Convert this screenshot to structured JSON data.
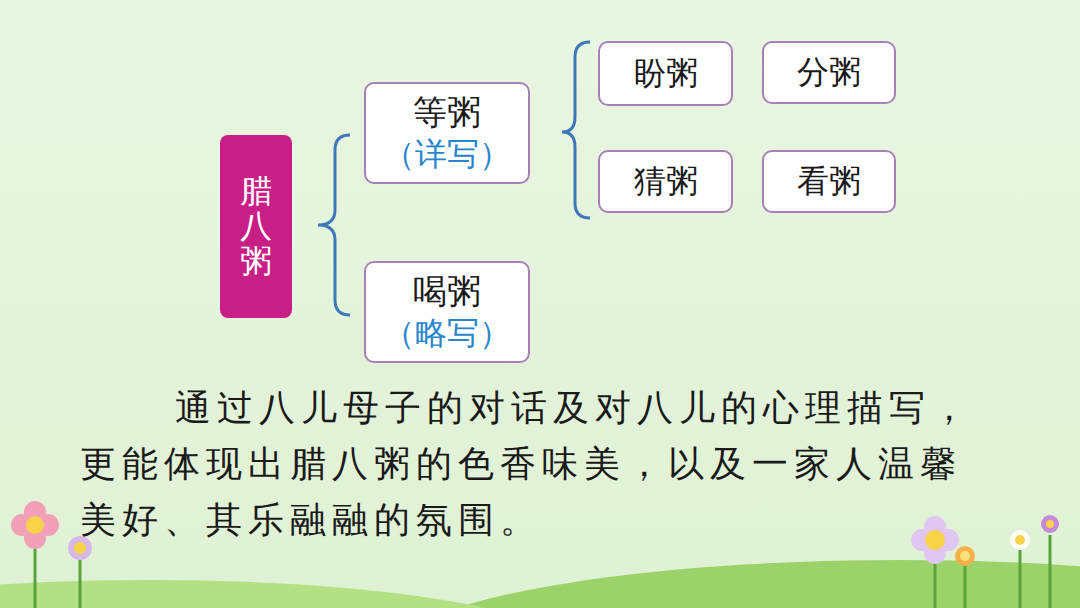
{
  "diagram": {
    "nodes": [
      {
        "text": [
          "腊八粥"
        ]
      },
      {
        "text": [
          "等粥",
          "（详写）"
        ]
      },
      {
        "text": [
          "盼粥"
        ]
      },
      {
        "text": [
          "分粥"
        ]
      },
      {
        "text": [
          "猜粥"
        ]
      },
      {
        "text": [
          "看粥"
        ]
      },
      {
        "text": [
          "喝粥",
          "（略写）"
        ]
      }
    ],
    "labels": [
      "通过八儿母子的对话及对八儿的心理描写，更能体现出腊八粥的色香味美，以及一家人温馨美好、其乐融融的氛围。"
    ]
  }
}
